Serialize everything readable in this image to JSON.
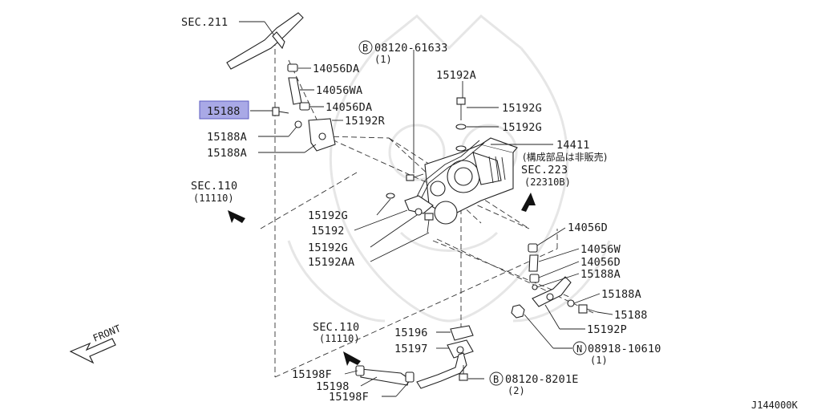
{
  "labels": {
    "sec211": "SEC.211",
    "p14056da_top": "14056DA",
    "p14056wa": "14056WA",
    "p14056da_mid": "14056DA",
    "p15188_hl": "15188",
    "p15188a_1": "15188A",
    "p15188a_2": "15188A",
    "p15192r": "15192R",
    "bolt_b1": "08120-61633",
    "bolt_b1_qty": "(1)",
    "p15192a": "15192A",
    "p15192g_1": "15192G",
    "p15192g_2": "15192G",
    "p14411": "14411",
    "p14411_note": "(構成部品は非販売)",
    "sec223": "SEC.223",
    "sec223_sub": "(22310B)",
    "sec110_a": "SEC.110",
    "sec110_a_sub": "(11110)",
    "p15192g_3": "15192G",
    "p15192": "15192",
    "p15192g_4": "15192G",
    "p15192aa": "15192AA",
    "p14056d_1": "14056D",
    "p14056w": "14056W",
    "p14056d_2": "14056D",
    "p15188a_3": "15188A",
    "p15188a_4": "15188A",
    "p15188": "15188",
    "p15192p": "15192P",
    "nut_n": "08918-10610",
    "nut_n_qty": "(1)",
    "front": "FRONT",
    "sec110_b": "SEC.110",
    "sec110_b_sub": "(11110)",
    "p15196": "15196",
    "p15197": "15197",
    "p15198f_1": "15198F",
    "p15198": "15198",
    "p15198f_2": "15198F",
    "bolt_b2": "08120-8201E",
    "bolt_b2_qty": "(2)",
    "diagram_id": "J144000K",
    "circle_b": "B",
    "circle_n": "N"
  },
  "colors": {
    "highlight": "#a9a9e6",
    "line": "#222222",
    "watermark": "#e6e6e6"
  }
}
